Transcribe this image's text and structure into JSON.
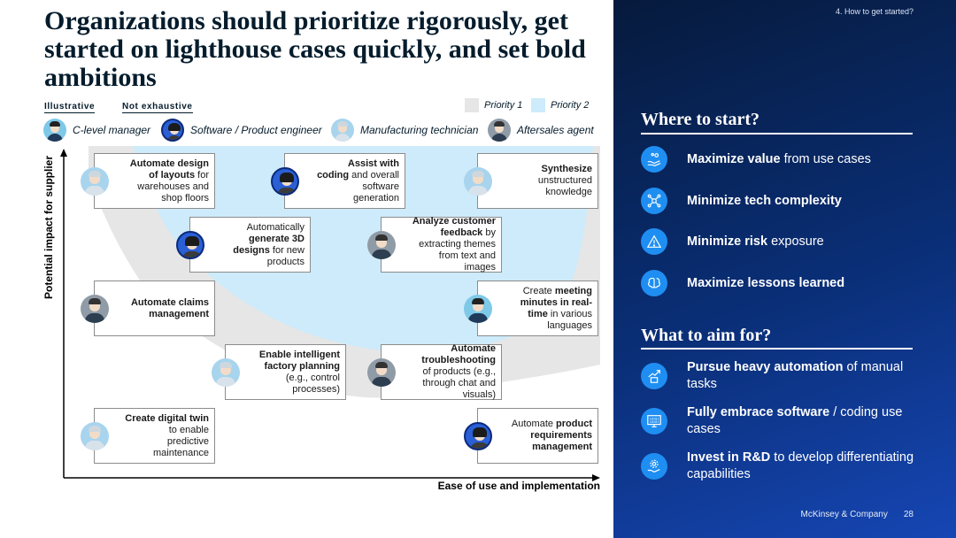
{
  "title": "Organizations should prioritize rigorously, get started on lighthouse cases quickly, and set bold ambitions",
  "meta": {
    "illustrative": "Illustrative",
    "not_exhaustive": "Not exhaustive"
  },
  "legend": {
    "priority1": {
      "label": "Priority 1",
      "color": "#e6e6e6"
    },
    "priority2": {
      "label": "Priority 2",
      "color": "#cdebfa"
    }
  },
  "personas": [
    {
      "label": "C-level manager"
    },
    {
      "label": "Software / Product engineer"
    },
    {
      "label": "Manufacturing technician"
    },
    {
      "label": "Aftersales agent"
    }
  ],
  "axes": {
    "y": "Potential impact for supplier",
    "x": "Ease of use and implementation"
  },
  "cards": {
    "c1": {
      "bold": "Automate design of layouts",
      "rest": " for warehouses and shop floors"
    },
    "c2": {
      "bold": "Assist with coding",
      "rest": " and overall software generation"
    },
    "c3": {
      "bold": "Synthesize",
      "rest": " unstructured knowledge"
    },
    "c4": {
      "pre": "Automatically ",
      "bold": "generate 3D designs",
      "rest": " for new products"
    },
    "c5": {
      "bold": "Analyze customer feedback",
      "rest": " by extracting themes from text and images"
    },
    "c6": {
      "bold": "Automate claims management",
      "rest": ""
    },
    "c7": {
      "pre": "Create ",
      "bold": "meeting minutes in real-time",
      "rest": " in various languages"
    },
    "c8": {
      "bold": "Enable intelligent factory planning",
      "rest": " (e.g., control processes)"
    },
    "c9": {
      "bold": "Automate troubleshooting",
      "rest": " of products (e.g., through chat and visuals)"
    },
    "c10": {
      "bold": "Create digital twin",
      "rest": " to enable predictive maintenance"
    },
    "c11": {
      "pre": "Automate ",
      "bold": "product requirements management",
      "rest": ""
    }
  },
  "sidebar": {
    "breadcrumb": "4. How to get started?",
    "where_title": "Where to start?",
    "where_items": [
      {
        "bold": "Maximize value",
        "rest": " from use cases",
        "icon": "hand-value-icon"
      },
      {
        "bold": "Minimize tech complexity",
        "rest": "",
        "icon": "network-icon"
      },
      {
        "bold": "Minimize risk",
        "rest": " exposure",
        "icon": "warning-icon"
      },
      {
        "bold": "Maximize lessons learned",
        "rest": "",
        "icon": "brain-icon"
      }
    ],
    "aim_title": "What to aim for?",
    "aim_items": [
      {
        "bold": "Pursue heavy automation",
        "rest": " of manual tasks",
        "icon": "growth-chart-icon"
      },
      {
        "bold": "Fully embrace software",
        "rest": " / coding use cases",
        "icon": "binary-code-icon"
      },
      {
        "bold": "Invest in R&D",
        "rest": " to develop differentiating capabilities",
        "icon": "gear-hand-icon"
      }
    ],
    "footer": {
      "company": "McKinsey & Company",
      "page": "28"
    }
  }
}
